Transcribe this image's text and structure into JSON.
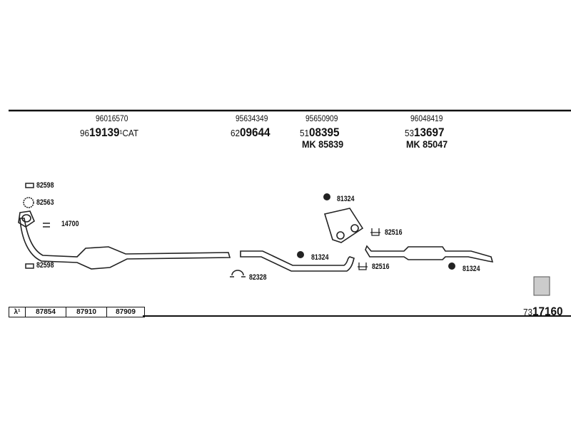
{
  "header_parts": [
    {
      "oe": "96016570",
      "prefix": "96",
      "main": "19139",
      "suffix": "¹CAT"
    },
    {
      "oe": "95634349",
      "prefix": "62",
      "main": "09644"
    },
    {
      "oe": "95650909",
      "prefix": "51",
      "main": "08395",
      "mk": "MK 85839"
    },
    {
      "oe": "96048419",
      "prefix": "53",
      "main": "13697",
      "mk": "MK 85047"
    }
  ],
  "callouts": {
    "clamp_top": "82598",
    "ring": "82563",
    "bolt_kit": "14700",
    "clamp_bottom": "82598",
    "clamp_82328": "82328",
    "rubber_top": "81324",
    "rubber_mid": "81324",
    "bracket_top": "82516",
    "bracket_bottom": "82516",
    "rubber_rear": "81324"
  },
  "lambda_table": {
    "symbol": "λ¹",
    "values": [
      "87854",
      "87910",
      "87909"
    ]
  },
  "diagram_number": {
    "prefix": "73",
    "main": "17160"
  }
}
